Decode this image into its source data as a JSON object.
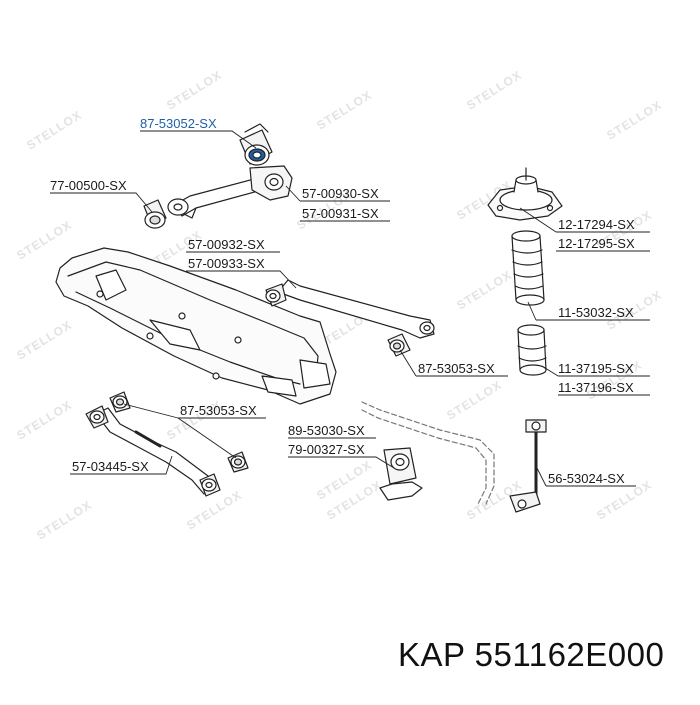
{
  "watermark": "STELLOX",
  "footer": {
    "brand": "KAP",
    "part_number": "551162E000"
  },
  "colors": {
    "highlight": "#1f5fa8",
    "line": "#222222",
    "watermark": "#e3e3e3"
  },
  "labels": [
    {
      "id": "87-53052",
      "text": "87-53052-SX",
      "highlight": true
    },
    {
      "id": "77-00500",
      "text": "77-00500-SX",
      "highlight": false
    },
    {
      "id": "57-00930",
      "text": "57-00930-SX",
      "highlight": false
    },
    {
      "id": "57-00931",
      "text": "57-00931-SX",
      "highlight": false
    },
    {
      "id": "57-00932",
      "text": "57-00932-SX",
      "highlight": false
    },
    {
      "id": "57-00933",
      "text": "57-00933-SX",
      "highlight": false
    },
    {
      "id": "12-17294",
      "text": "12-17294-SX",
      "highlight": false
    },
    {
      "id": "12-17295",
      "text": "12-17295-SX",
      "highlight": false
    },
    {
      "id": "11-53032",
      "text": "11-53032-SX",
      "highlight": false
    },
    {
      "id": "87-53053a",
      "text": "87-53053-SX",
      "highlight": false
    },
    {
      "id": "11-37195",
      "text": "11-37195-SX",
      "highlight": false
    },
    {
      "id": "11-37196",
      "text": "11-37196-SX",
      "highlight": false
    },
    {
      "id": "87-53053b",
      "text": "87-53053-SX",
      "highlight": false
    },
    {
      "id": "89-53030",
      "text": "89-53030-SX",
      "highlight": false
    },
    {
      "id": "79-00327",
      "text": "79-00327-SX",
      "highlight": false
    },
    {
      "id": "57-03445",
      "text": "57-03445-SX",
      "highlight": false
    },
    {
      "id": "56-53024",
      "text": "56-53024-SX",
      "highlight": false
    }
  ]
}
